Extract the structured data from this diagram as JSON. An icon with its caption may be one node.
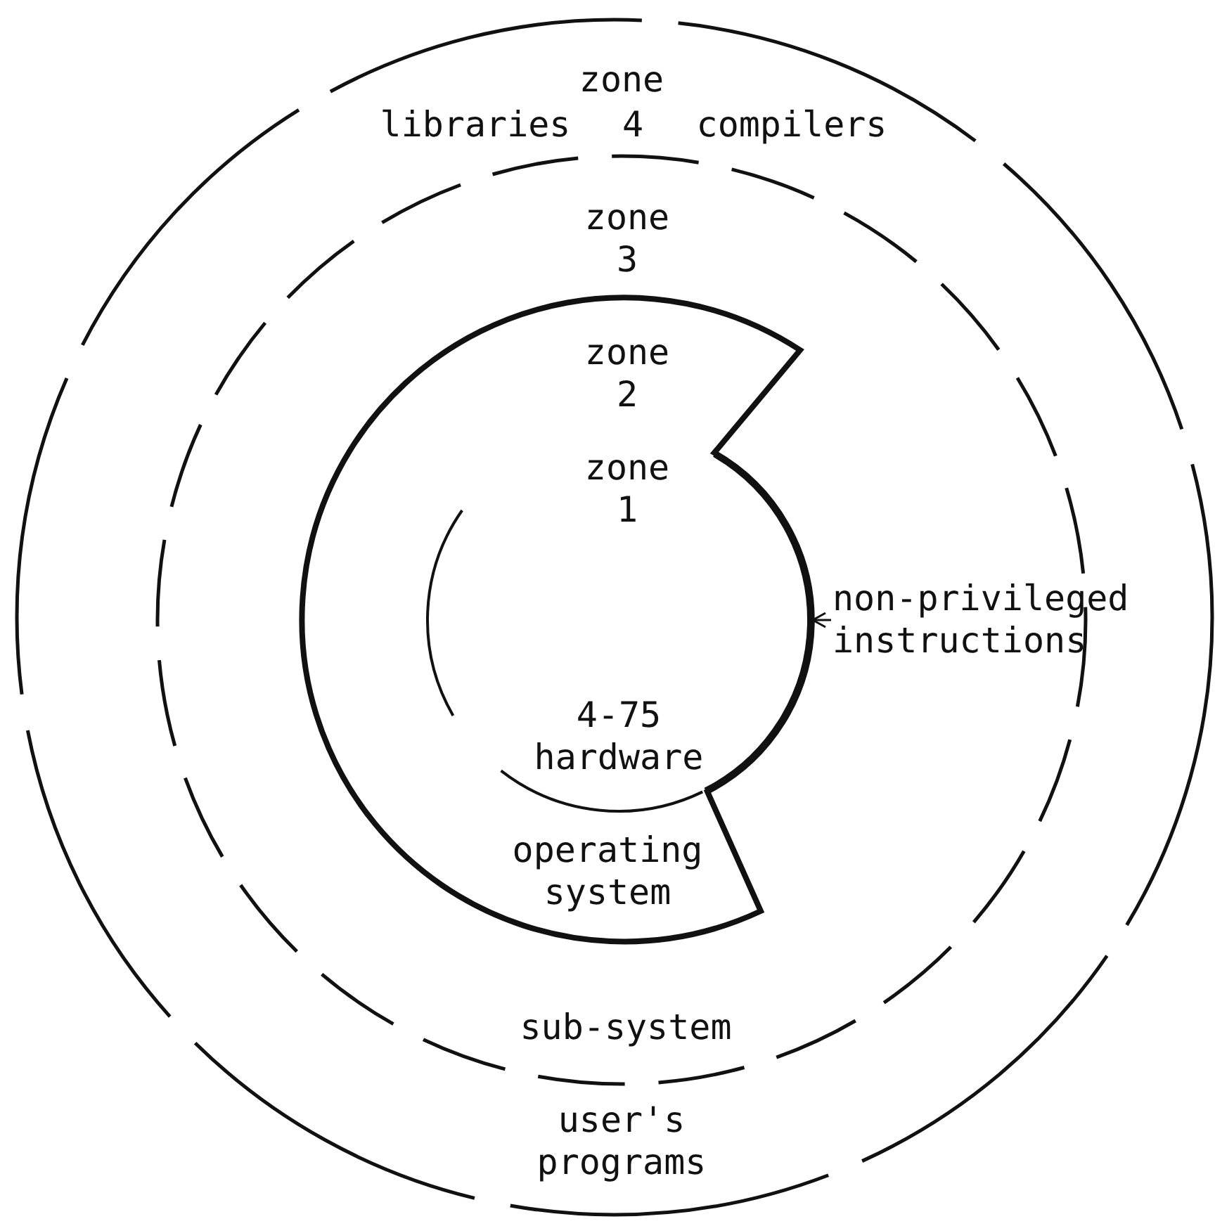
{
  "diagram": {
    "nodes": [
      {
        "text": [
          "zone",
          "libraries",
          "4",
          "compilers",
          "user's programs"
        ]
      },
      {
        "text": [
          "zone 3",
          "sub-system"
        ],
        "in": 0
      },
      {
        "text": [
          "zone 2",
          "operating system"
        ],
        "in": 1
      },
      {
        "text": [
          "zone 1",
          "4-75 hardware"
        ],
        "in": 2
      },
      {
        "text": [
          "non-privileged instructions"
        ],
        "in": 0
      }
    ],
    "edges": [
      {
        "from": 4,
        "to": 3,
        "arrow": "to"
      }
    ]
  }
}
